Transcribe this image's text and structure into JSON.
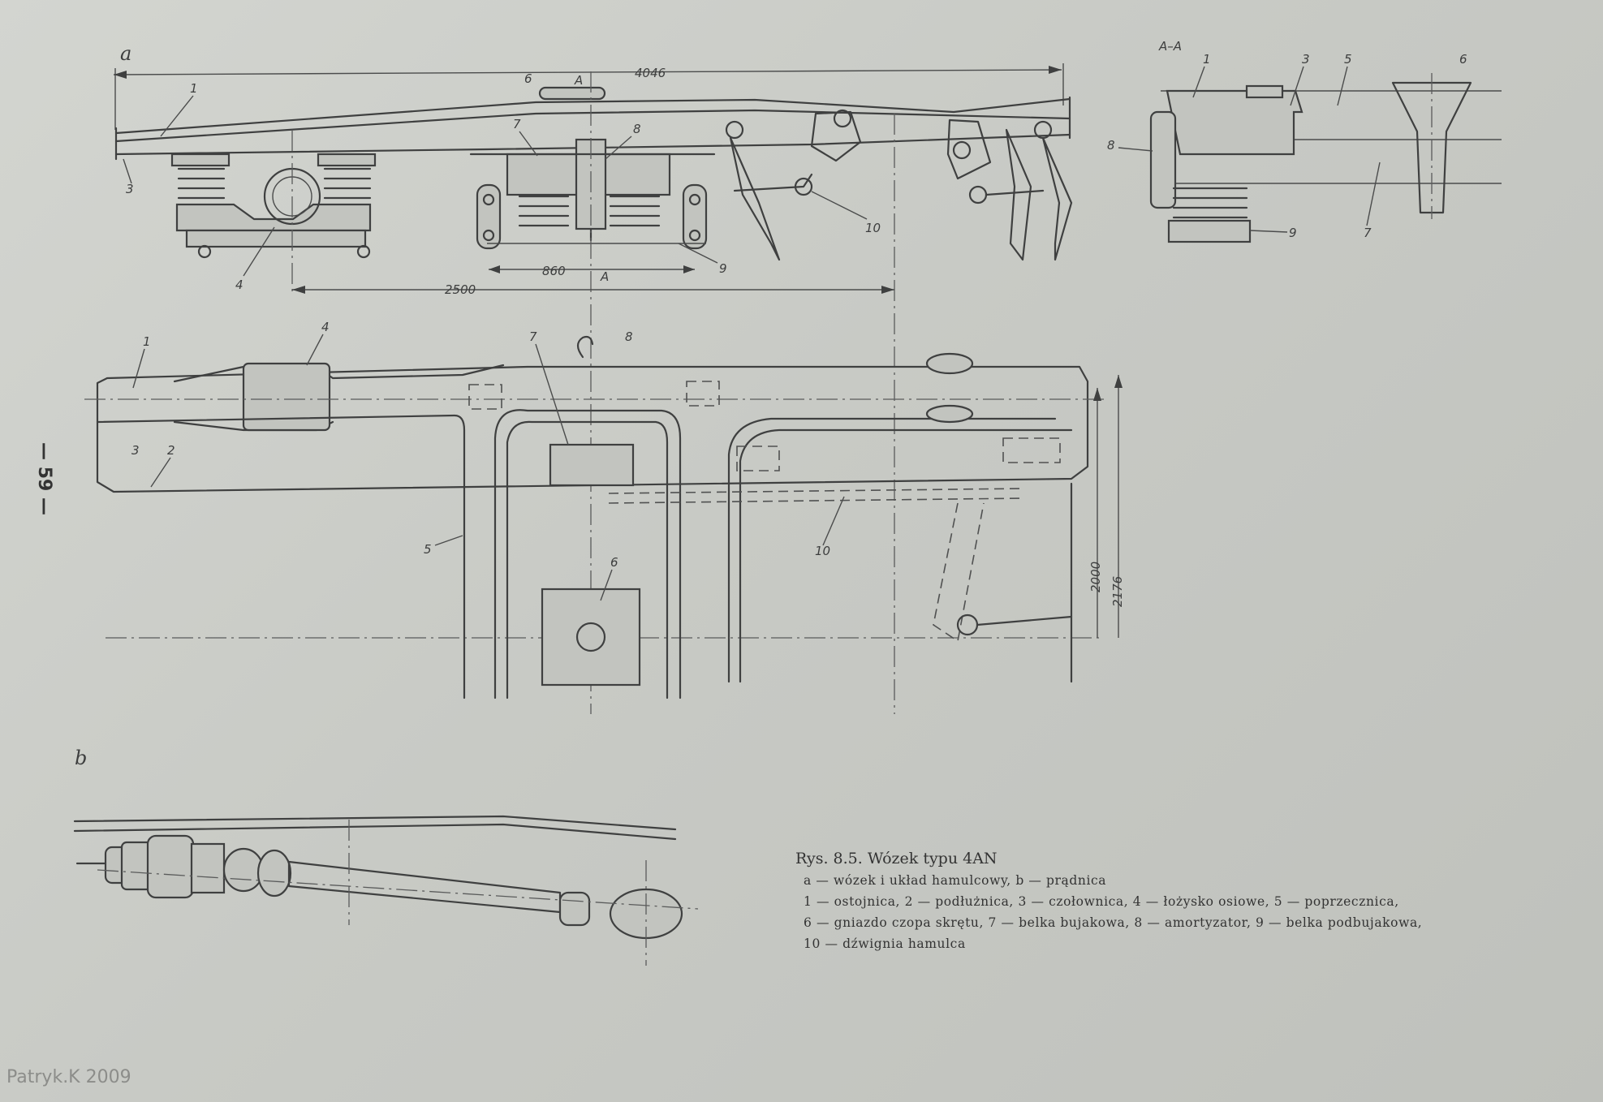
{
  "page_number": "— 59 —",
  "watermark": "Patryk.K 2009",
  "view_labels": {
    "a": "a",
    "b": "b",
    "section": "A–A",
    "section_mark": "A"
  },
  "dimensions": {
    "d4046": "4046",
    "d2500": "2500",
    "d860": "860",
    "d2000": "2000",
    "d2176": "2176"
  },
  "part_numbers": {
    "p1": "1",
    "p2": "2",
    "p3": "3",
    "p4": "4",
    "p5": "5",
    "p6": "6",
    "p7": "7",
    "p8": "8",
    "p9": "9",
    "p10": "10"
  },
  "caption": {
    "title": "Rys. 8.5. Wózek typu 4AN",
    "lines": [
      "a — wózek i układ hamulcowy, b — prądnica",
      "1 — ostojnica, 2 — podłużnica, 3 — czołownica, 4 — łożysko osiowe, 5 — poprzecznica,",
      "6 — gniazdo czopa skrętu, 7 — belka bujakowa, 8 — amortyzator, 9 — belka podbujakowa,",
      "10 — dźwignia hamulca"
    ]
  }
}
